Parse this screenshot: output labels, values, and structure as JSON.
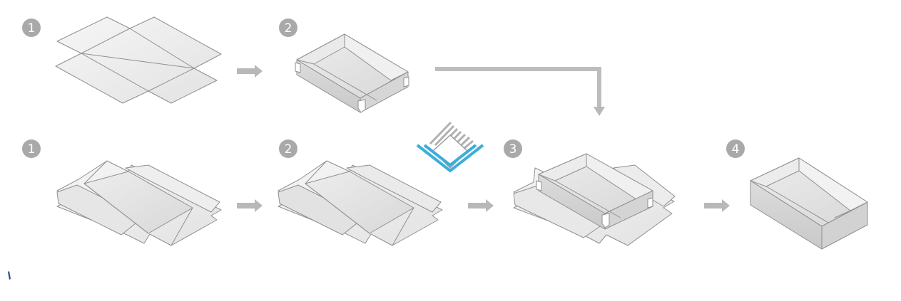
{
  "steps": {
    "row1": [
      "1",
      "2"
    ],
    "row2": [
      "1",
      "2",
      "3",
      "4"
    ]
  },
  "colors": {
    "badge": "#a9a9a9",
    "panel_light": "#f1f1f1",
    "panel_mid": "#e4e4e4",
    "panel_dark": "#d3d3d3",
    "line": "#8f8f8f",
    "arrow": "#b8b8b8",
    "logo_blue": "#3aaed8",
    "logo_grey": "#b0b0b0"
  },
  "icons": [
    "arrow-right-icon",
    "elbow-arrow-icon",
    "brand-logo-icon"
  ]
}
